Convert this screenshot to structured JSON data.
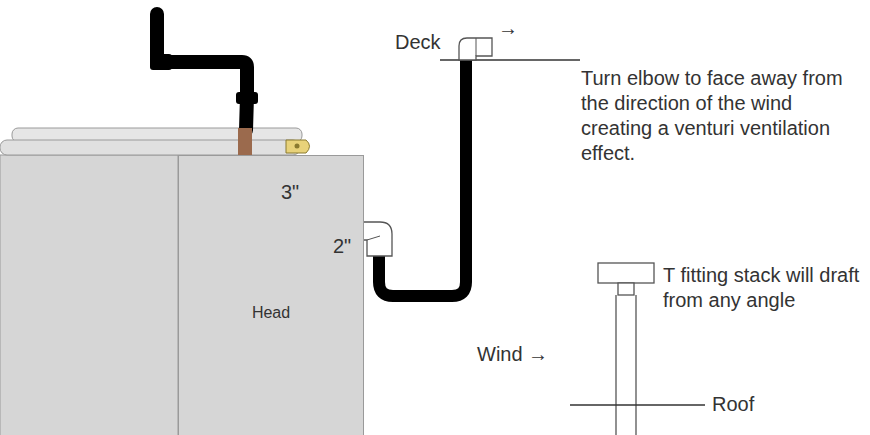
{
  "diagram": {
    "nodes": [
      {
        "text": [
          "Head"
        ]
      }
    ],
    "edges": [],
    "labels": [
      "3\"",
      "2\"",
      "Deck",
      "→",
      "Turn elbow to face away from the direction of the wind creating a venturi ventilation effect.",
      "T fitting stack will draft from any angle",
      "Wind →",
      "Roof"
    ]
  }
}
